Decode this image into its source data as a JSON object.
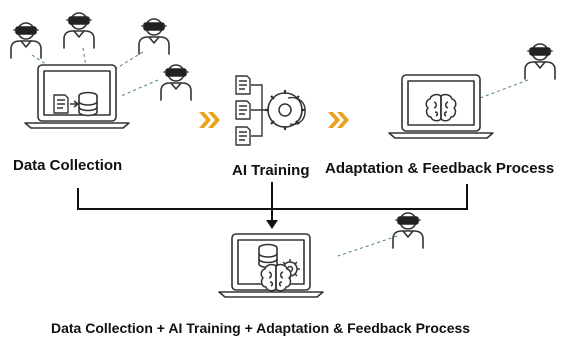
{
  "labels": {
    "data_collection": "Data Collection",
    "ai_training": "AI Training",
    "adaptation": "Adaptation & Feedback Process",
    "combined": "Data Collection + AI Training + Adaptation & Feedback Process"
  },
  "colors": {
    "accent_chevron": "#E8A21C",
    "stroke": "#333333",
    "dashed": "#4A8A5A"
  },
  "icons": [
    "vr-user-icon",
    "laptop-icon",
    "database-icon",
    "document-icon",
    "brain-icon",
    "gear-icon",
    "chevron-right-icon",
    "arrow-down-icon"
  ]
}
